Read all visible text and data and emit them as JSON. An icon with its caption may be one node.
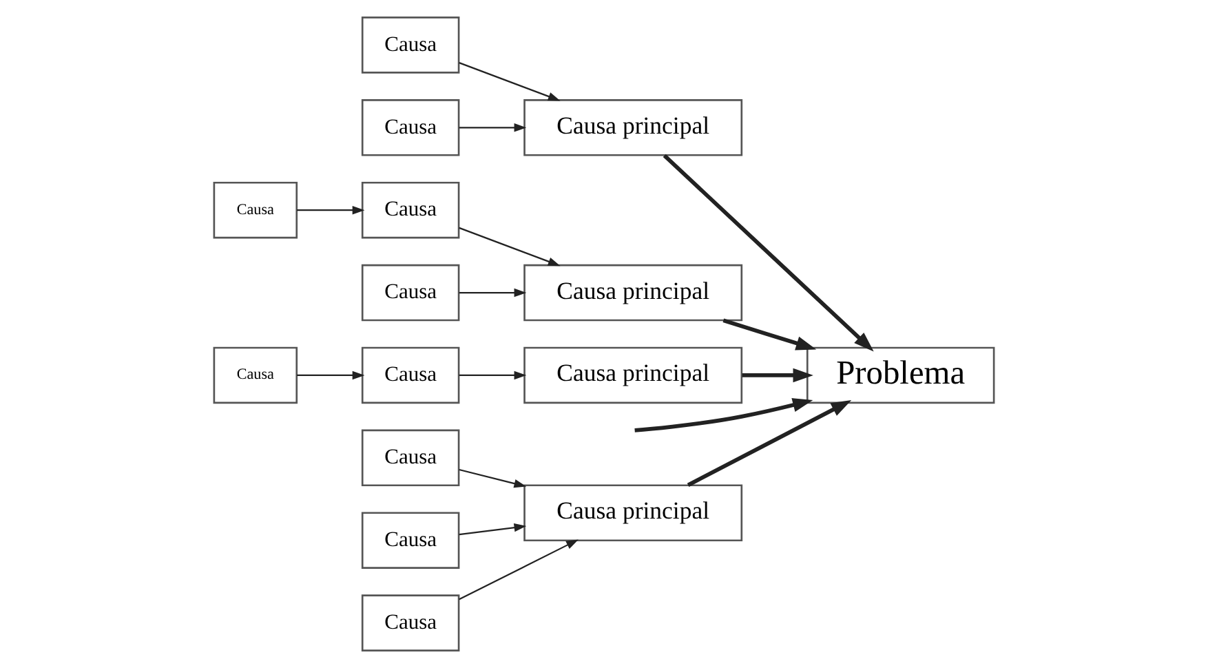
{
  "diagram": {
    "nodes": [
      {
        "text": [
          "Causa principal"
        ]
      },
      {
        "text": [
          "Causa principal"
        ]
      },
      {
        "text": [
          "Causa"
        ]
      },
      {
        "text": [
          "Causa"
        ]
      },
      {
        "text": [
          "Causa"
        ]
      },
      {
        "text": [
          "Causa"
        ]
      },
      {
        "text": [
          "Causa"
        ]
      },
      {
        "text": [
          "Problema"
        ]
      },
      {
        "text": [
          "Causa"
        ]
      },
      {
        "text": [
          "Causa"
        ]
      },
      {
        "text": [
          "Causa"
        ]
      },
      {
        "text": [
          "Causa"
        ]
      },
      {
        "text": [
          "Causa"
        ]
      },
      {
        "text": [
          "Causa principal"
        ]
      },
      {
        "text": [
          "Causa principal"
        ]
      }
    ],
    "edges": [
      {
        "from": null,
        "to": 7,
        "arrow": "to",
        "style": "thick"
      },
      {
        "from": 0,
        "to": 7,
        "arrow": "to",
        "style": "thick"
      },
      {
        "from": 1,
        "to": 7,
        "arrow": "to",
        "style": "thick"
      },
      {
        "from": 13,
        "to": 7,
        "arrow": "to",
        "style": "thick"
      },
      {
        "from": 14,
        "to": 7,
        "arrow": "to",
        "style": "thick"
      },
      {
        "from": 3,
        "to": 0,
        "arrow": "to"
      },
      {
        "from": 4,
        "to": 0,
        "arrow": "to"
      },
      {
        "from": 6,
        "to": 0,
        "arrow": "to"
      },
      {
        "from": 2,
        "to": 1,
        "arrow": "to"
      },
      {
        "from": 5,
        "to": 1,
        "arrow": "to"
      },
      {
        "from": 8,
        "to": 10,
        "arrow": "to"
      },
      {
        "from": 10,
        "to": 13,
        "arrow": "to"
      },
      {
        "from": 12,
        "to": 13,
        "arrow": "to"
      },
      {
        "from": 11,
        "to": 9,
        "arrow": "to"
      },
      {
        "from": 9,
        "to": 14,
        "arrow": "to"
      }
    ]
  }
}
